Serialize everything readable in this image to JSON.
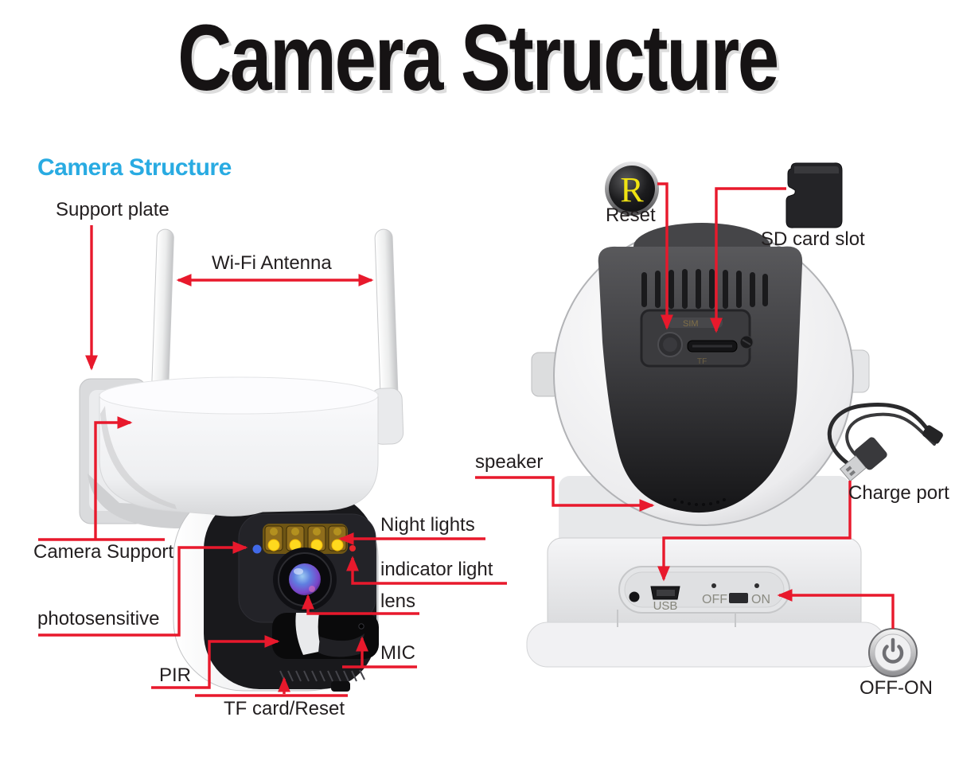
{
  "title": "Camera Structure",
  "section_heading": "Camera Structure",
  "colors": {
    "annotation_red": "#e8192c",
    "heading_blue": "#29abe2"
  },
  "front_view": {
    "labels": {
      "support_plate": "Support plate",
      "wifi_antenna": "Wi-Fi Antenna",
      "camera_support": "Camera Support",
      "photosensitive": "photosensitive",
      "pir": "PIR",
      "tf_card_reset": "TF card/Reset",
      "night_lights": "Night lights",
      "indicator_light": "indicator light",
      "lens": "lens",
      "mic": "MIC"
    }
  },
  "back_view": {
    "labels": {
      "reset": "Reset",
      "sd_card_slot": "SD card slot",
      "speaker": "speaker",
      "charge_port": "Charge port",
      "off_on": "OFF-ON"
    },
    "reset_icon_letter": "R",
    "panel": {
      "sim_marking": "SIM",
      "tf_marking": "TF",
      "usb": "USB",
      "off": "OFF",
      "on": "ON"
    }
  }
}
